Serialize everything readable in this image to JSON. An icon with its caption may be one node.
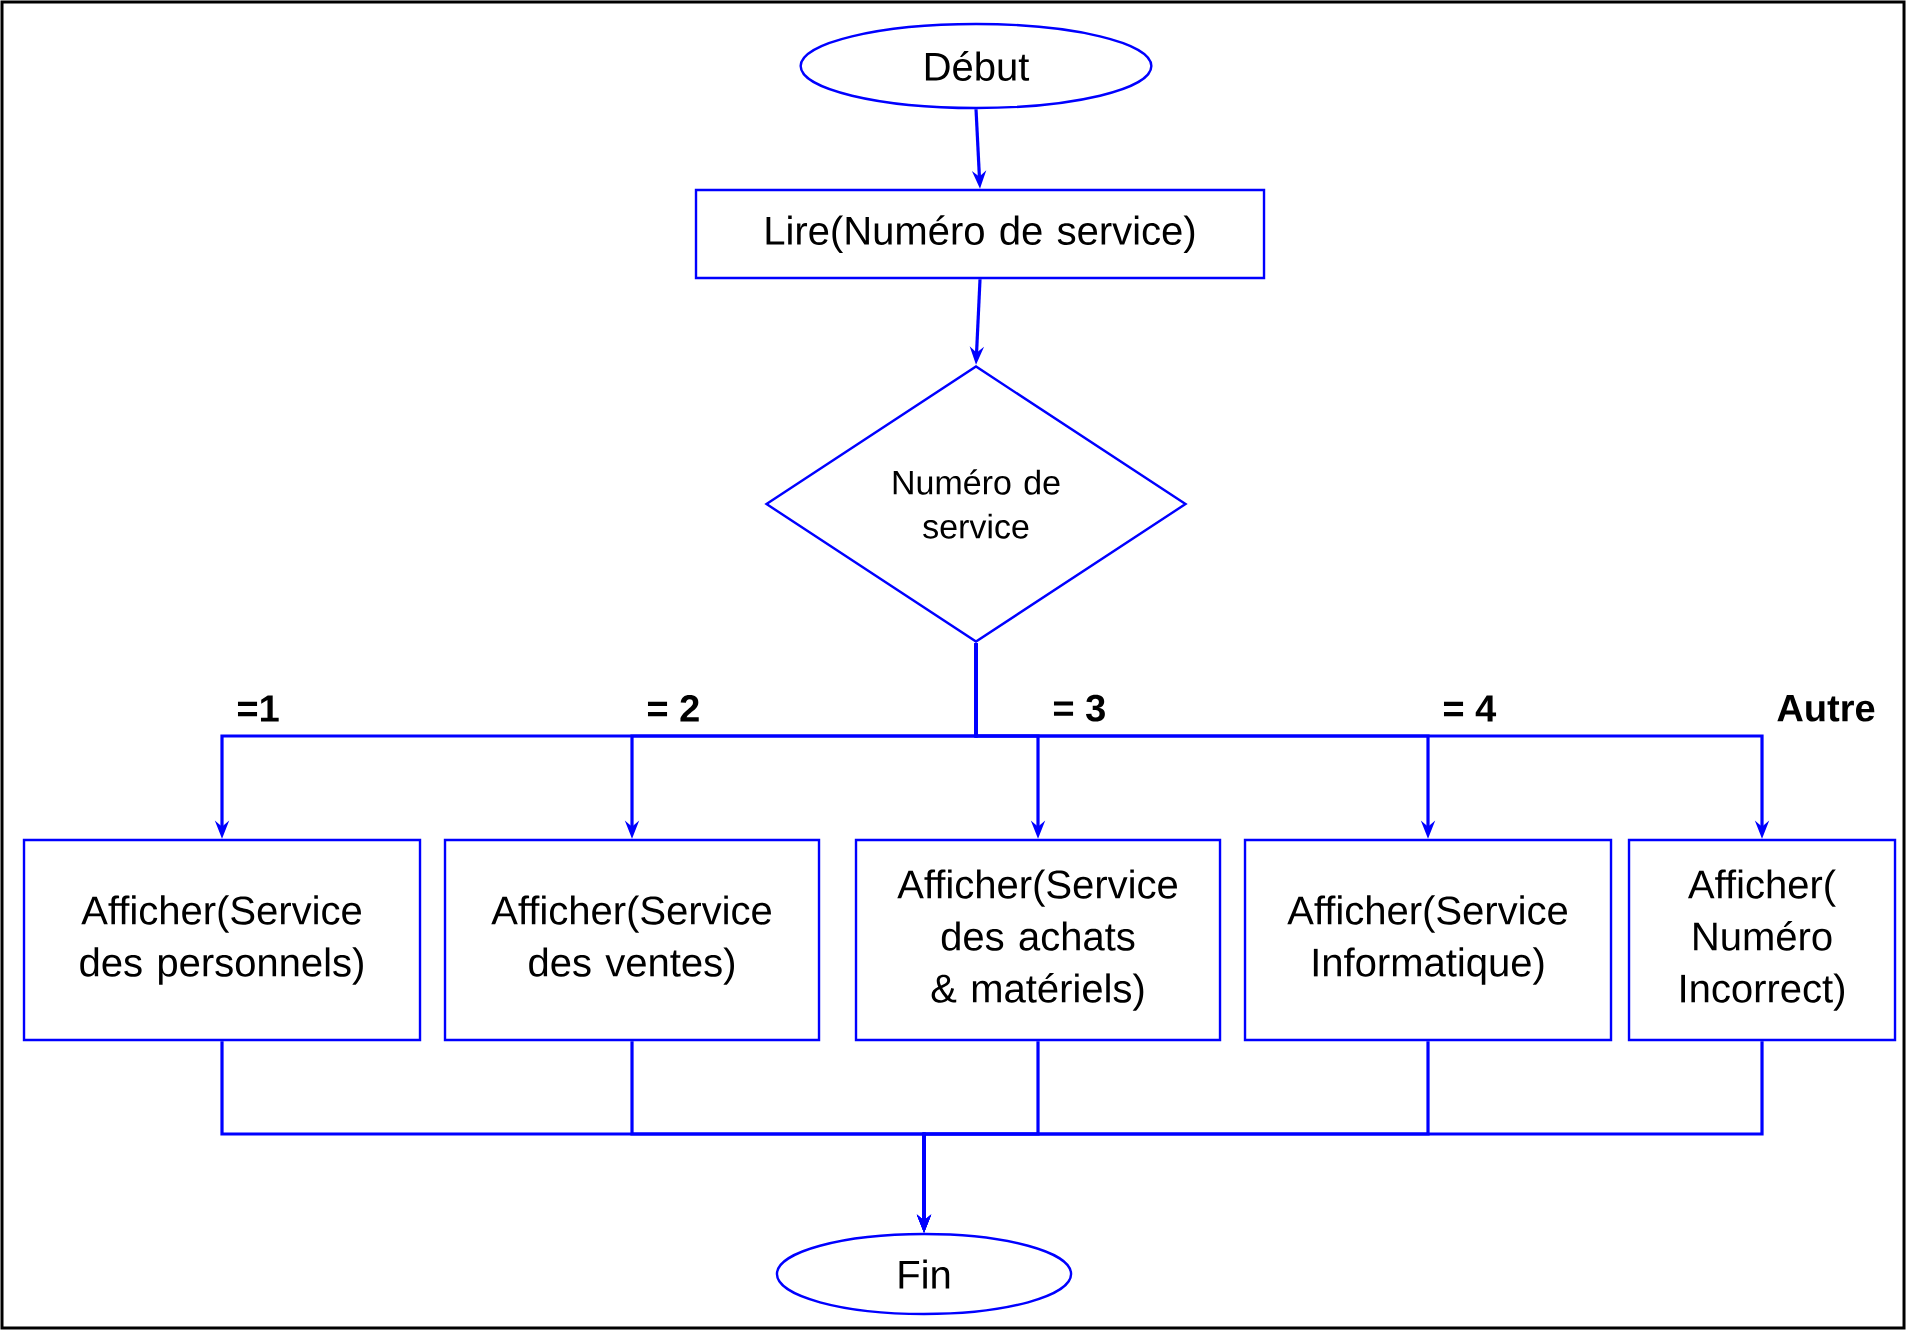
{
  "diagram": {
    "nodes": [
      {
        "text": [
          "Début"
        ]
      },
      {
        "text": [
          "Lire(Numéro de service)"
        ]
      },
      {
        "text": [
          "Numéro de service"
        ]
      },
      {
        "text": [
          "Afficher(Service des personnels)"
        ]
      },
      {
        "text": [
          "Afficher(Service des ventes)"
        ]
      },
      {
        "text": [
          "Afficher(Service des achats & matériels)"
        ]
      },
      {
        "text": [
          "Afficher(Service Informatique)"
        ]
      },
      {
        "text": [
          "Afficher( Numéro Incorrect)"
        ]
      },
      {
        "text": [
          "Fin"
        ]
      }
    ],
    "edges": [
      {
        "from": 0,
        "to": 1,
        "arrow": "to"
      },
      {
        "from": 1,
        "to": 2,
        "arrow": "to"
      },
      {
        "from": 2,
        "to": 3,
        "arrow": "to",
        "label": "=1"
      },
      {
        "from": 2,
        "to": 4,
        "arrow": "to",
        "label": "= 2"
      },
      {
        "from": 2,
        "to": 5,
        "arrow": "to",
        "label": "= 3"
      },
      {
        "from": 2,
        "to": 6,
        "arrow": "to",
        "label": "= 4"
      },
      {
        "from": 2,
        "to": 7,
        "arrow": "to",
        "label": "Autre"
      },
      {
        "from": 3,
        "to": 8,
        "arrow": "to"
      },
      {
        "from": 4,
        "to": 8,
        "arrow": "to"
      },
      {
        "from": 5,
        "to": 8,
        "arrow": "to"
      },
      {
        "from": 6,
        "to": 8,
        "arrow": "to"
      },
      {
        "from": 7,
        "to": 8,
        "arrow": "to"
      }
    ]
  }
}
